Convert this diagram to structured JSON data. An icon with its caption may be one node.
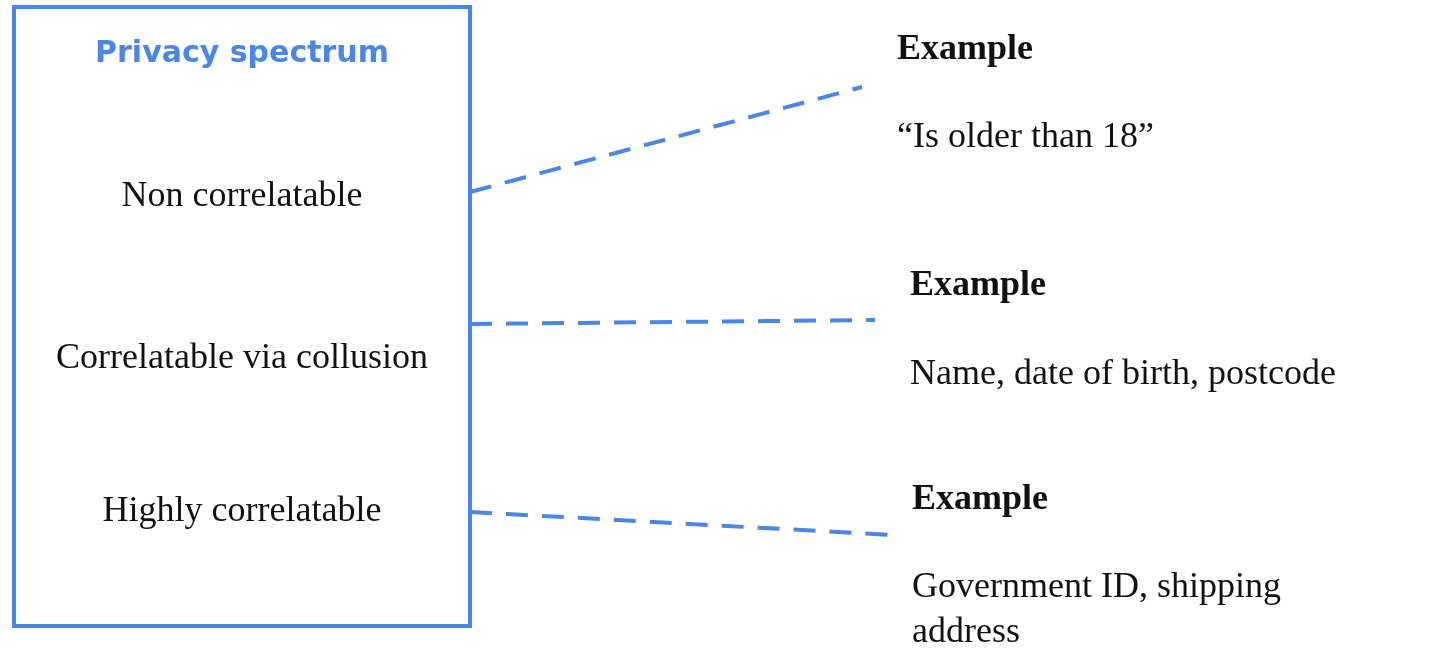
{
  "diagram": {
    "nodes": [
      {
        "text": [
          "Privacy spectrum"
        ]
      },
      {
        "text": [
          "Non correlatable"
        ],
        "in": 0
      },
      {
        "text": [
          "Correlatable via collusion"
        ],
        "in": 0
      },
      {
        "text": [
          "Highly correlatable"
        ],
        "in": 0
      },
      {
        "text": [
          "Example",
          "“Is older than 18”"
        ]
      },
      {
        "text": [
          "Example",
          "Name, date of birth, postcode"
        ]
      },
      {
        "text": [
          "Example",
          "Government ID, shipping address"
        ]
      }
    ],
    "edges": [
      {
        "from": 1,
        "to": 4,
        "arrow": "none",
        "style": "dashed"
      },
      {
        "from": 2,
        "to": 5,
        "arrow": "none",
        "style": "dashed"
      },
      {
        "from": 3,
        "to": 6,
        "arrow": "none",
        "style": "dashed"
      }
    ]
  }
}
